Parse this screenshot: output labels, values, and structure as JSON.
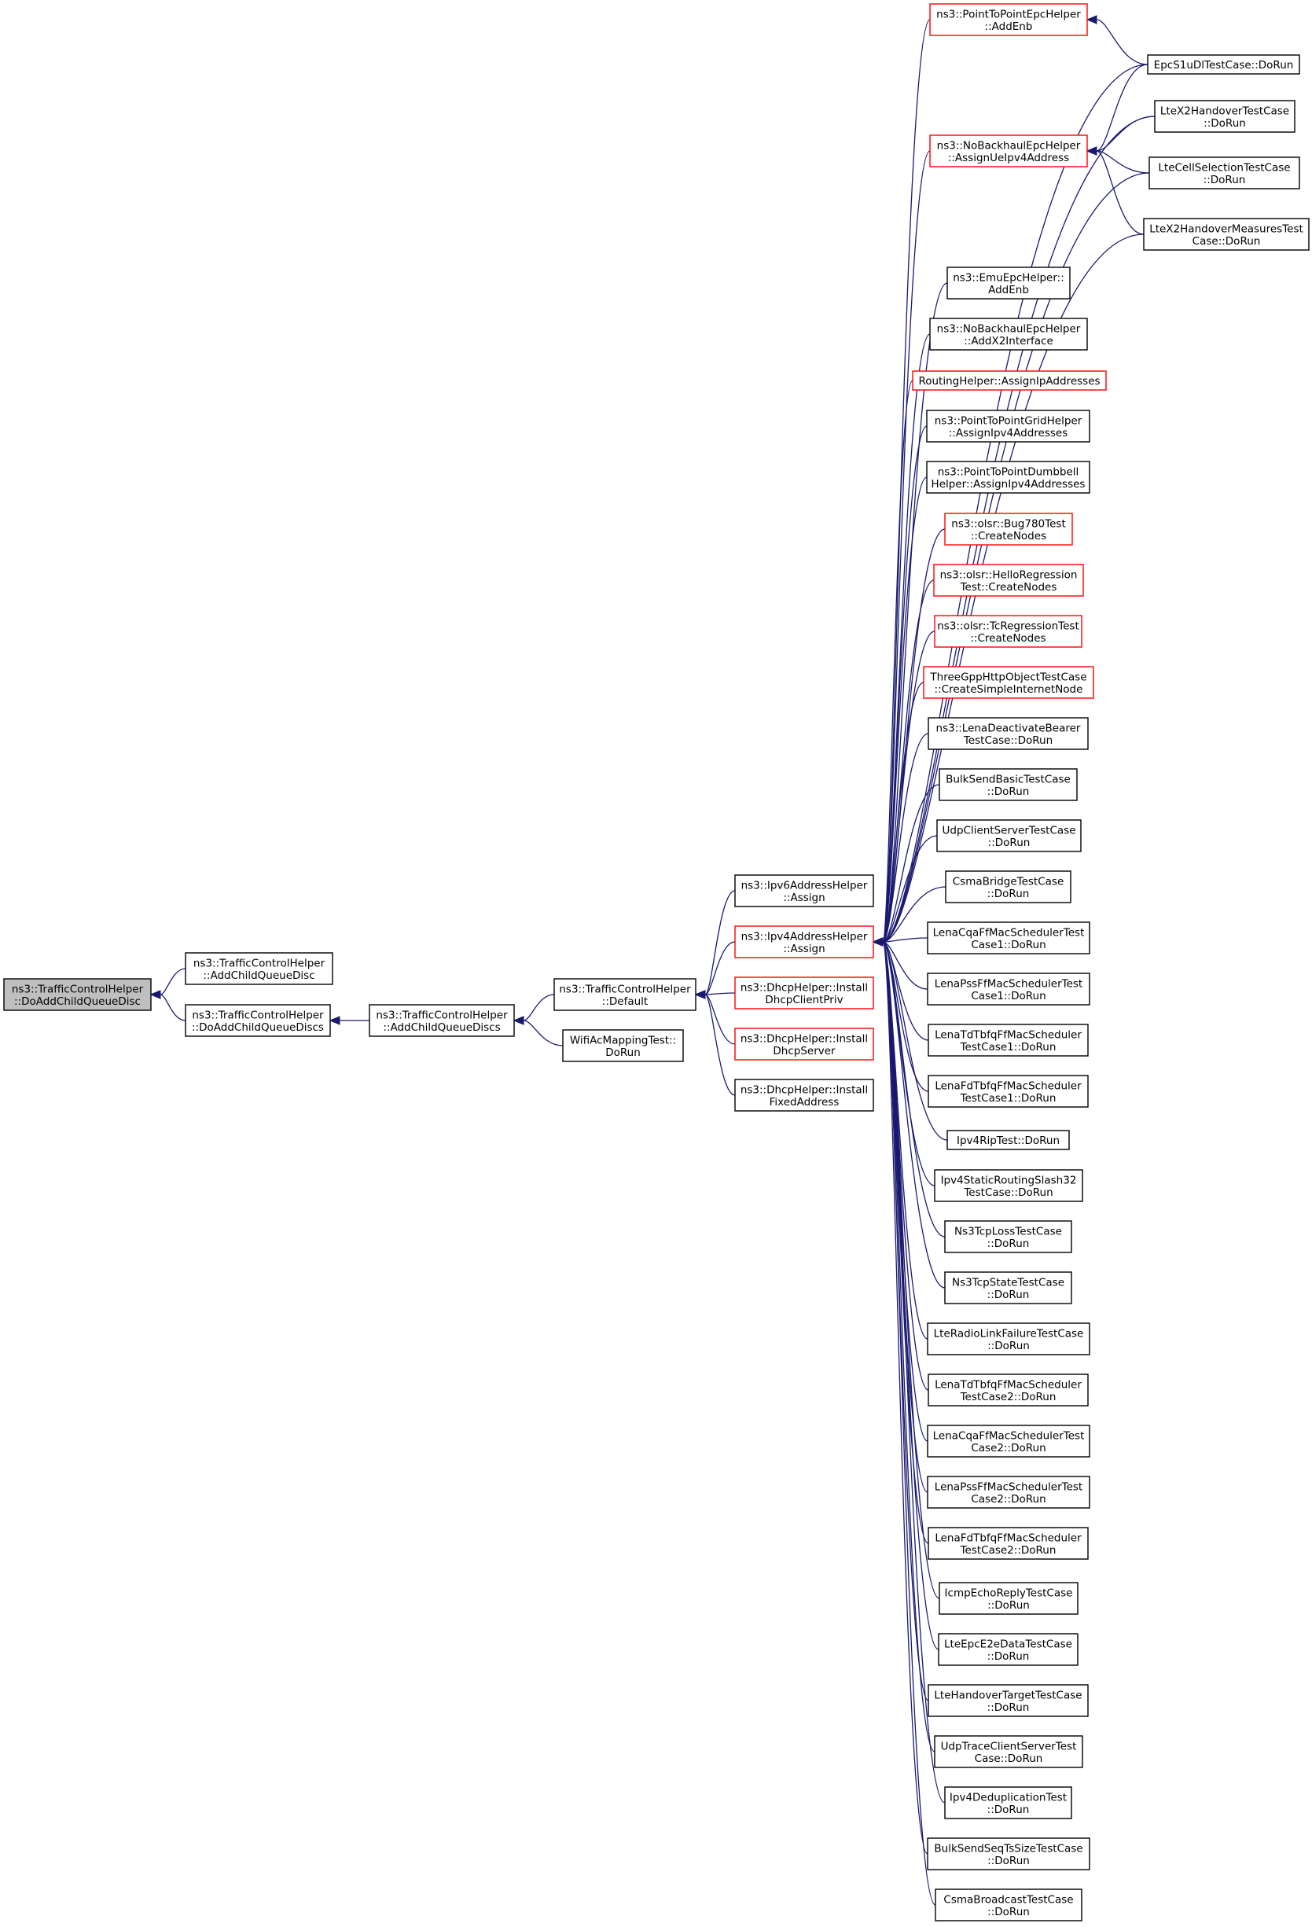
{
  "graph": {
    "root": "root",
    "nodes": [
      {
        "id": "root",
        "lines": [
          "ns3::TrafficControlHelper",
          "::DoAddChildQueueDisc"
        ],
        "style": "root"
      },
      {
        "id": "addChildQueueDisc",
        "lines": [
          "ns3::TrafficControlHelper",
          "::AddChildQueueDisc"
        ],
        "style": "normal"
      },
      {
        "id": "doAddChildQueueDiscs",
        "lines": [
          "ns3::TrafficControlHelper",
          "::DoAddChildQueueDiscs"
        ],
        "style": "normal"
      },
      {
        "id": "addChildQueueDiscs",
        "lines": [
          "ns3::TrafficControlHelper",
          "::AddChildQueueDiscs"
        ],
        "style": "normal"
      },
      {
        "id": "default",
        "lines": [
          "ns3::TrafficControlHelper",
          "::Default"
        ],
        "style": "normal"
      },
      {
        "id": "wifiAcMapping",
        "lines": [
          "WifiAcMappingTest::",
          "DoRun"
        ],
        "style": "normal"
      },
      {
        "id": "ipv6Assign",
        "lines": [
          "ns3::Ipv6AddressHelper",
          "::Assign"
        ],
        "style": "normal"
      },
      {
        "id": "ipv4Assign",
        "lines": [
          "ns3::Ipv4AddressHelper",
          "::Assign"
        ],
        "style": "red"
      },
      {
        "id": "dhcpClient",
        "lines": [
          "ns3::DhcpHelper::Install",
          "DhcpClientPriv"
        ],
        "style": "red"
      },
      {
        "id": "dhcpServer",
        "lines": [
          "ns3::DhcpHelper::Install",
          "DhcpServer"
        ],
        "style": "red"
      },
      {
        "id": "dhcpFixed",
        "lines": [
          "ns3::DhcpHelper::Install",
          "FixedAddress"
        ],
        "style": "normal"
      },
      {
        "id": "p2pEpcAddEnb",
        "lines": [
          "ns3::PointToPointEpcHelper",
          "::AddEnb"
        ],
        "style": "red"
      },
      {
        "id": "noBackhaulAssignUe",
        "lines": [
          "ns3::NoBackhaulEpcHelper",
          "::AssignUeIpv4Address"
        ],
        "style": "red"
      },
      {
        "id": "emuEpcAddEnb",
        "lines": [
          "ns3::EmuEpcHelper::",
          "AddEnb"
        ],
        "style": "normal"
      },
      {
        "id": "noBackhaulAddX2",
        "lines": [
          "ns3::NoBackhaulEpcHelper",
          "::AddX2Interface"
        ],
        "style": "normal"
      },
      {
        "id": "routingHelperAssign",
        "lines": [
          "RoutingHelper::AssignIpAddresses"
        ],
        "style": "red"
      },
      {
        "id": "p2pGridAssign",
        "lines": [
          "ns3::PointToPointGridHelper",
          "::AssignIpv4Addresses"
        ],
        "style": "normal"
      },
      {
        "id": "p2pDumbbellAssign",
        "lines": [
          "ns3::PointToPointDumbbell",
          "Helper::AssignIpv4Addresses"
        ],
        "style": "normal"
      },
      {
        "id": "olsrBug780",
        "lines": [
          "ns3::olsr::Bug780Test",
          "::CreateNodes"
        ],
        "style": "red"
      },
      {
        "id": "olsrHello",
        "lines": [
          "ns3::olsr::HelloRegression",
          "Test::CreateNodes"
        ],
        "style": "red"
      },
      {
        "id": "olsrTc",
        "lines": [
          "ns3::olsr::TcRegressionTest",
          "::CreateNodes"
        ],
        "style": "red"
      },
      {
        "id": "threeGppHttp",
        "lines": [
          "ThreeGppHttpObjectTestCase",
          "::CreateSimpleInternetNode"
        ],
        "style": "red"
      },
      {
        "id": "lenaDeactivate",
        "lines": [
          "ns3::LenaDeactivateBearer",
          "TestCase::DoRun"
        ],
        "style": "normal"
      },
      {
        "id": "bulkSendBasic",
        "lines": [
          "BulkSendBasicTestCase",
          "::DoRun"
        ],
        "style": "normal"
      },
      {
        "id": "udpClientServer",
        "lines": [
          "UdpClientServerTestCase",
          "::DoRun"
        ],
        "style": "normal"
      },
      {
        "id": "csmaBridge",
        "lines": [
          "CsmaBridgeTestCase",
          "::DoRun"
        ],
        "style": "normal"
      },
      {
        "id": "lenaCqa1",
        "lines": [
          "LenaCqaFfMacSchedulerTest",
          "Case1::DoRun"
        ],
        "style": "normal"
      },
      {
        "id": "lenaPss1",
        "lines": [
          "LenaPssFfMacSchedulerTest",
          "Case1::DoRun"
        ],
        "style": "normal"
      },
      {
        "id": "lenaTdTbfq1",
        "lines": [
          "LenaTdTbfqFfMacScheduler",
          "TestCase1::DoRun"
        ],
        "style": "normal"
      },
      {
        "id": "lenaFdTbfq1",
        "lines": [
          "LenaFdTbfqFfMacScheduler",
          "TestCase1::DoRun"
        ],
        "style": "normal"
      },
      {
        "id": "ipv4Rip",
        "lines": [
          "Ipv4RipTest::DoRun"
        ],
        "style": "normal"
      },
      {
        "id": "ipv4StaticSlash32",
        "lines": [
          "Ipv4StaticRoutingSlash32",
          "TestCase::DoRun"
        ],
        "style": "normal"
      },
      {
        "id": "ns3TcpLoss",
        "lines": [
          "Ns3TcpLossTestCase",
          "::DoRun"
        ],
        "style": "normal"
      },
      {
        "id": "ns3TcpState",
        "lines": [
          "Ns3TcpStateTestCase",
          "::DoRun"
        ],
        "style": "normal"
      },
      {
        "id": "lteRlf",
        "lines": [
          "LteRadioLinkFailureTestCase",
          "::DoRun"
        ],
        "style": "normal"
      },
      {
        "id": "lenaTdTbfq2",
        "lines": [
          "LenaTdTbfqFfMacScheduler",
          "TestCase2::DoRun"
        ],
        "style": "normal"
      },
      {
        "id": "lenaCqa2",
        "lines": [
          "LenaCqaFfMacSchedulerTest",
          "Case2::DoRun"
        ],
        "style": "normal"
      },
      {
        "id": "lenaPss2",
        "lines": [
          "LenaPssFfMacSchedulerTest",
          "Case2::DoRun"
        ],
        "style": "normal"
      },
      {
        "id": "lenaFdTbfq2",
        "lines": [
          "LenaFdTbfqFfMacScheduler",
          "TestCase2::DoRun"
        ],
        "style": "normal"
      },
      {
        "id": "icmpEchoReply",
        "lines": [
          "IcmpEchoReplyTestCase",
          "::DoRun"
        ],
        "style": "normal"
      },
      {
        "id": "lteEpcE2eData",
        "lines": [
          "LteEpcE2eDataTestCase",
          "::DoRun"
        ],
        "style": "normal"
      },
      {
        "id": "lteHandoverTarget",
        "lines": [
          "LteHandoverTargetTestCase",
          "::DoRun"
        ],
        "style": "normal"
      },
      {
        "id": "udpTraceClientServer",
        "lines": [
          "UdpTraceClientServerTest",
          "Case::DoRun"
        ],
        "style": "normal"
      },
      {
        "id": "ipv4Dedup",
        "lines": [
          "Ipv4DeduplicationTest",
          "::DoRun"
        ],
        "style": "normal"
      },
      {
        "id": "bulkSendSeqTs",
        "lines": [
          "BulkSendSeqTsSizeTestCase",
          "::DoRun"
        ],
        "style": "normal"
      },
      {
        "id": "csmaBroadcast",
        "lines": [
          "CsmaBroadcastTestCase",
          "::DoRun"
        ],
        "style": "normal"
      },
      {
        "id": "epcS1uDl",
        "lines": [
          "EpcS1uDlTestCase::DoRun"
        ],
        "style": "normal"
      },
      {
        "id": "lteX2Handover",
        "lines": [
          "LteX2HandoverTestCase",
          "::DoRun"
        ],
        "style": "normal"
      },
      {
        "id": "lteCellSelection",
        "lines": [
          "LteCellSelectionTestCase",
          "::DoRun"
        ],
        "style": "normal"
      },
      {
        "id": "lteX2HandoverMeasures",
        "lines": [
          "LteX2HandoverMeasuresTest",
          "Case::DoRun"
        ],
        "style": "normal"
      }
    ],
    "edges": [
      [
        "root",
        "addChildQueueDisc"
      ],
      [
        "root",
        "doAddChildQueueDiscs"
      ],
      [
        "doAddChildQueueDiscs",
        "addChildQueueDiscs"
      ],
      [
        "addChildQueueDiscs",
        "default"
      ],
      [
        "addChildQueueDiscs",
        "wifiAcMapping"
      ],
      [
        "default",
        "ipv6Assign"
      ],
      [
        "default",
        "ipv4Assign"
      ],
      [
        "default",
        "dhcpClient"
      ],
      [
        "default",
        "dhcpServer"
      ],
      [
        "default",
        "dhcpFixed"
      ],
      [
        "ipv4Assign",
        "p2pEpcAddEnb"
      ],
      [
        "ipv4Assign",
        "epcS1uDl"
      ],
      [
        "ipv4Assign",
        "lteX2Handover"
      ],
      [
        "ipv4Assign",
        "noBackhaulAssignUe"
      ],
      [
        "ipv4Assign",
        "lteCellSelection"
      ],
      [
        "ipv4Assign",
        "lteX2HandoverMeasures"
      ],
      [
        "ipv4Assign",
        "emuEpcAddEnb"
      ],
      [
        "ipv4Assign",
        "noBackhaulAddX2"
      ],
      [
        "ipv4Assign",
        "routingHelperAssign"
      ],
      [
        "ipv4Assign",
        "p2pGridAssign"
      ],
      [
        "ipv4Assign",
        "p2pDumbbellAssign"
      ],
      [
        "ipv4Assign",
        "olsrBug780"
      ],
      [
        "ipv4Assign",
        "olsrHello"
      ],
      [
        "ipv4Assign",
        "olsrTc"
      ],
      [
        "ipv4Assign",
        "threeGppHttp"
      ],
      [
        "ipv4Assign",
        "lenaDeactivate"
      ],
      [
        "ipv4Assign",
        "bulkSendBasic"
      ],
      [
        "ipv4Assign",
        "udpClientServer"
      ],
      [
        "ipv4Assign",
        "csmaBridge"
      ],
      [
        "ipv4Assign",
        "lenaCqa1"
      ],
      [
        "ipv4Assign",
        "lenaPss1"
      ],
      [
        "ipv4Assign",
        "lenaTdTbfq1"
      ],
      [
        "ipv4Assign",
        "lenaFdTbfq1"
      ],
      [
        "ipv4Assign",
        "ipv4Rip"
      ],
      [
        "ipv4Assign",
        "ipv4StaticSlash32"
      ],
      [
        "ipv4Assign",
        "ns3TcpLoss"
      ],
      [
        "ipv4Assign",
        "ns3TcpState"
      ],
      [
        "ipv4Assign",
        "lteRlf"
      ],
      [
        "ipv4Assign",
        "lenaTdTbfq2"
      ],
      [
        "ipv4Assign",
        "lenaCqa2"
      ],
      [
        "ipv4Assign",
        "lenaPss2"
      ],
      [
        "ipv4Assign",
        "lenaFdTbfq2"
      ],
      [
        "ipv4Assign",
        "icmpEchoReply"
      ],
      [
        "ipv4Assign",
        "lteEpcE2eData"
      ],
      [
        "ipv4Assign",
        "lteHandoverTarget"
      ],
      [
        "ipv4Assign",
        "udpTraceClientServer"
      ],
      [
        "ipv4Assign",
        "ipv4Dedup"
      ],
      [
        "ipv4Assign",
        "bulkSendSeqTs"
      ],
      [
        "ipv4Assign",
        "csmaBroadcast"
      ],
      [
        "p2pEpcAddEnb",
        "epcS1uDl"
      ],
      [
        "noBackhaulAssignUe",
        "epcS1uDl"
      ],
      [
        "noBackhaulAssignUe",
        "lteX2Handover"
      ],
      [
        "noBackhaulAssignUe",
        "lteCellSelection"
      ],
      [
        "noBackhaulAssignUe",
        "lteX2HandoverMeasures"
      ]
    ],
    "colors": {
      "edge": "#191970",
      "red_border": "#ff0000",
      "normal_border": "#000000",
      "root_fill": "#bfbfbf"
    }
  }
}
